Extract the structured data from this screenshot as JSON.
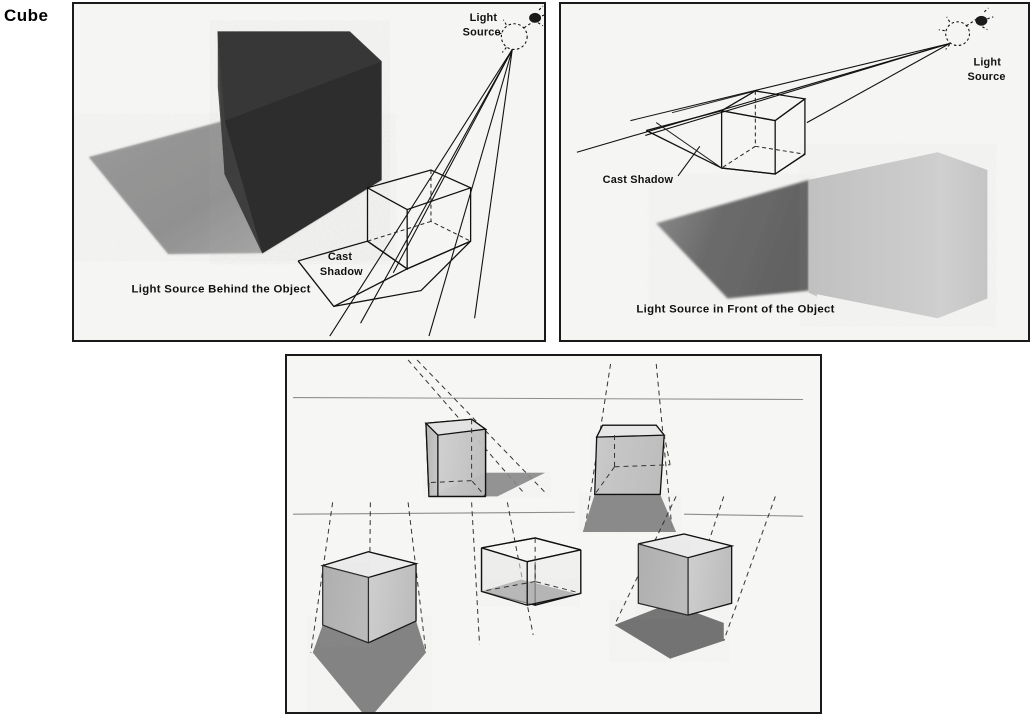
{
  "page": {
    "title": "Cube",
    "background_color": "#ffffff",
    "paper_color": "#f4f4f2",
    "ink_color": "#111111"
  },
  "panels": [
    {
      "id": "panel-behind",
      "name": "light-source-behind-panel",
      "caption": "Light Source Behind the Object",
      "light_source_label": "Light\nSource",
      "light_source_label_line1": "Light",
      "light_source_label_line2": "Source",
      "shadow_label_line1": "Cast",
      "shadow_label_line2": "Shadow",
      "description": "Dark rendered cube at upper left with cast shadow projecting toward the lower left; wireframe cube with light rays converging on a bulb at upper right.",
      "cube_tone": "#3a3a3a",
      "shadow_tone": "#8a8a8a"
    },
    {
      "id": "panel-front",
      "name": "light-source-front-panel",
      "caption": "Light Source in Front of the Object",
      "light_source_label_line1": "Light",
      "light_source_label_line2": "Source",
      "shadow_label": "Cast Shadow",
      "description": "Wireframe cube at upper area with long rays running to a bulb at the far upper right; light-toned rendered cube at lower right with a dark cast shadow stretching to the left.",
      "cube_tone": "#c9c9c9",
      "shadow_tone": "#6f6f6f"
    },
    {
      "id": "panel-study",
      "name": "cube-shadow-study-panel",
      "caption": "",
      "description": "Five construction studies of cubes with dashed light rays, horizon lines and cast shadows in different directions.",
      "horizon_lines": 2,
      "cube_count": 5,
      "cubes": [
        {
          "name": "study-cube-top-left",
          "shadow_direction": "right",
          "rays": "converging from upper left"
        },
        {
          "name": "study-cube-top-right",
          "shadow_direction": "forward",
          "rays": "diverging downward"
        },
        {
          "name": "study-cube-bottom-left",
          "shadow_direction": "forward",
          "rays": "three vertical dashed rays"
        },
        {
          "name": "study-cube-bottom-center",
          "shadow_direction": "inside-left",
          "rays": "two dashed rays from upper left"
        },
        {
          "name": "study-cube-bottom-right",
          "shadow_direction": "lower-left",
          "rays": "three parallel dashed rays from upper right"
        }
      ]
    }
  ]
}
